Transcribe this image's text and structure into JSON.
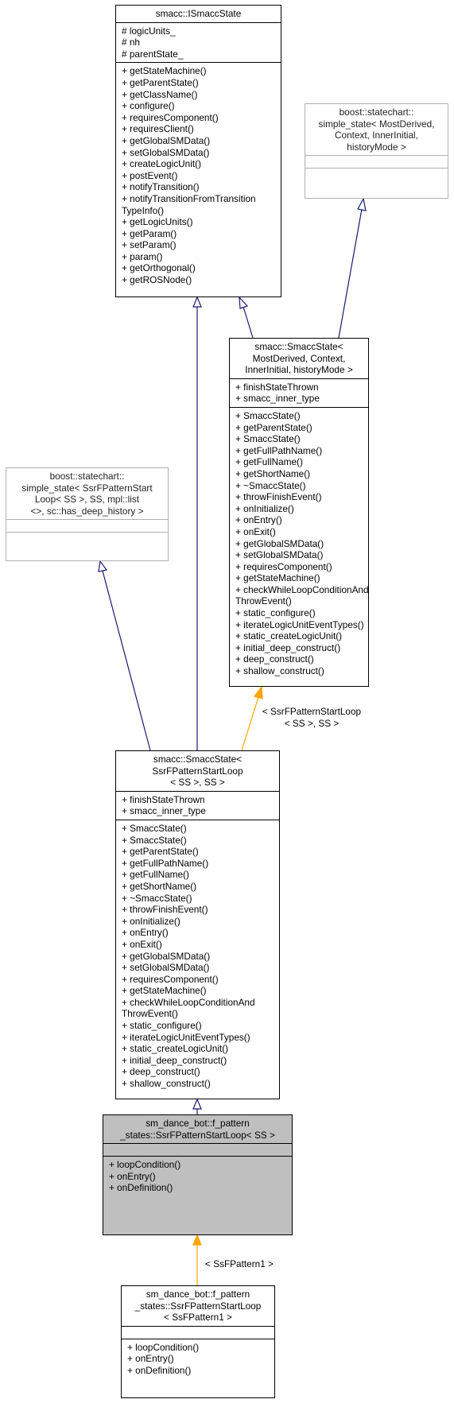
{
  "nodes": {
    "ismaccstate": {
      "title": [
        "smacc::ISmaccState"
      ],
      "attributes": [
        "# logicUnits_",
        "# nh",
        "# parentState_"
      ],
      "methods": [
        "+ getStateMachine()",
        "+ getParentState()",
        "+ getClassName()",
        "+ configure()",
        "+ requiresComponent()",
        "+ requiresClient()",
        "+ getGlobalSMData()",
        "+ setGlobalSMData()",
        "+ createLogicUnit()",
        "+ postEvent()",
        "+ notifyTransition()",
        "+ notifyTransitionFromTransition",
        "TypeInfo()",
        "+ getLogicUnits()",
        "+ getParam()",
        "+ setParam()",
        "+ param()",
        "+ getOrthogonal()",
        "+ getROSNode()"
      ]
    },
    "boost_simple_state_generic": {
      "title": [
        "boost::statechart::",
        "simple_state< MostDerived,",
        "Context, InnerInitial,",
        "historyMode >"
      ],
      "attributes": [],
      "methods": []
    },
    "smaccstate_template": {
      "title": [
        "smacc::SmaccState<",
        "MostDerived, Context,",
        "InnerInitial, historyMode >"
      ],
      "attributes": [
        "+ finishStateThrown",
        "+ smacc_inner_type"
      ],
      "methods": [
        "+ SmaccState()",
        "+ getParentState()",
        "+ SmaccState()",
        "+ getFullPathName()",
        "+ getFullName()",
        "+ getShortName()",
        "+ ~SmaccState()",
        "+ throwFinishEvent()",
        "+ onInitialize()",
        "+ onEntry()",
        "+ onExit()",
        "+ getGlobalSMData()",
        "+ setGlobalSMData()",
        "+ requiresComponent()",
        "+ getStateMachine()",
        "+ checkWhileLoopConditionAnd",
        "ThrowEvent()",
        "+ static_configure()",
        "+ iterateLogicUnitEventTypes()",
        "+ static_createLogicUnit()",
        "+ initial_deep_construct()",
        "+ deep_construct()",
        "+ shallow_construct()"
      ]
    },
    "boost_simple_state_specific": {
      "title": [
        "boost::statechart::",
        "simple_state< SsrFPatternStart",
        "Loop< SS >, SS, mpl::list",
        "<>, sc::has_deep_history >"
      ],
      "attributes": [],
      "methods": []
    },
    "smaccstate_specific": {
      "title": [
        "smacc::SmaccState<",
        "SsrFPatternStartLoop",
        "< SS >, SS >"
      ],
      "attributes": [
        "+ finishStateThrown",
        "+ smacc_inner_type"
      ],
      "methods": [
        "+ SmaccState()",
        "+ SmaccState()",
        "+ getParentState()",
        "+ getFullPathName()",
        "+ getFullName()",
        "+ getShortName()",
        "+ ~SmaccState()",
        "+ throwFinishEvent()",
        "+ onInitialize()",
        "+ onEntry()",
        "+ onExit()",
        "+ getGlobalSMData()",
        "+ setGlobalSMData()",
        "+ requiresComponent()",
        "+ getStateMachine()",
        "+ checkWhileLoopConditionAnd",
        "ThrowEvent()",
        "+ static_configure()",
        "+ iterateLogicUnitEventTypes()",
        "+ static_createLogicUnit()",
        "+ initial_deep_construct()",
        "+ deep_construct()",
        "+ shallow_construct()"
      ]
    },
    "ssr_start_loop": {
      "title": [
        "sm_dance_bot::f_pattern",
        "_states::SsrFPatternStartLoop< SS >"
      ],
      "attributes": [],
      "methods": [
        "+ loopCondition()",
        "+ onEntry()",
        "+ onDefinition()"
      ]
    },
    "ssr_start_loop_ss1": {
      "title": [
        "sm_dance_bot::f_pattern",
        "_states::SsrFPatternStartLoop",
        "< SsFPattern1 >"
      ],
      "attributes": [],
      "methods": [
        "+ loopCondition()",
        "+ onEntry()",
        "+ onDefinition()"
      ]
    }
  },
  "edge_labels": {
    "template_binding_upper": [
      "< SsrFPatternStartLoop",
      "< SS >, SS >"
    ],
    "template_binding_lower": [
      "< SsFPattern1 >"
    ]
  },
  "colors": {
    "inheritance_edge": "#191970",
    "template_edge": "#ffa500",
    "highlight_fill": "#bfbfbf",
    "grey_border": "#b0b0b0"
  }
}
